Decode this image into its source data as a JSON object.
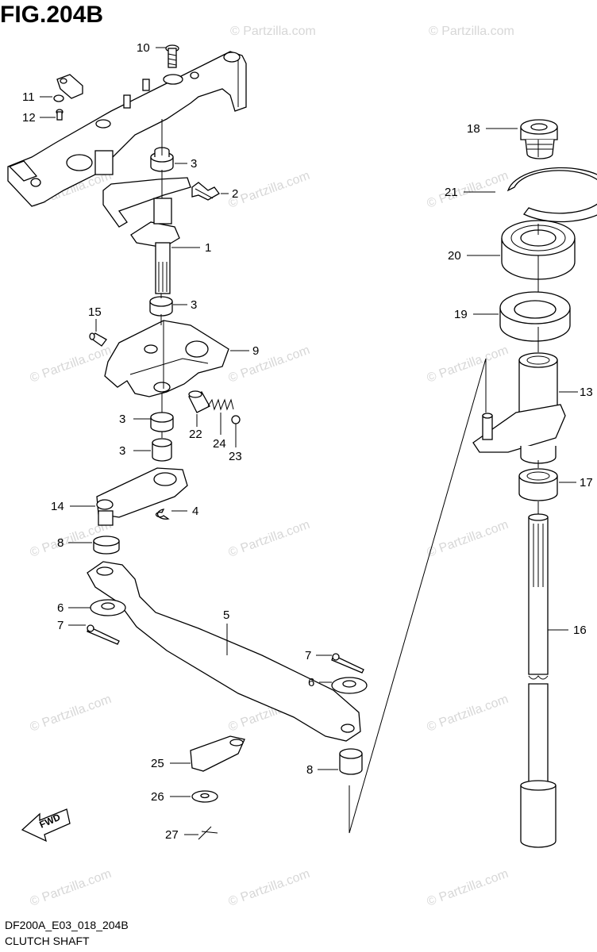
{
  "figure_title": "FIG.204B",
  "footer": {
    "code": "DF200A_E03_018_204B",
    "caption": "CLUTCH SHAFT"
  },
  "watermark": "© Partzilla.com",
  "fwd_label": "FWD",
  "callouts": {
    "p1": "1",
    "p2": "2",
    "p3a": "3",
    "p3b": "3",
    "p3c": "3",
    "p3d": "3",
    "p4": "4",
    "p5": "5",
    "p6a": "6",
    "p6b": "6",
    "p7a": "7",
    "p7b": "7",
    "p8a": "8",
    "p8b": "8",
    "p9": "9",
    "p10": "10",
    "p11": "11",
    "p12": "12",
    "p13": "13",
    "p14": "14",
    "p15": "15",
    "p16": "16",
    "p17": "17",
    "p18": "18",
    "p19": "19",
    "p20": "20",
    "p21": "21",
    "p22": "22",
    "p23": "23",
    "p24": "24",
    "p25": "25",
    "p26": "26",
    "p27": "27"
  }
}
